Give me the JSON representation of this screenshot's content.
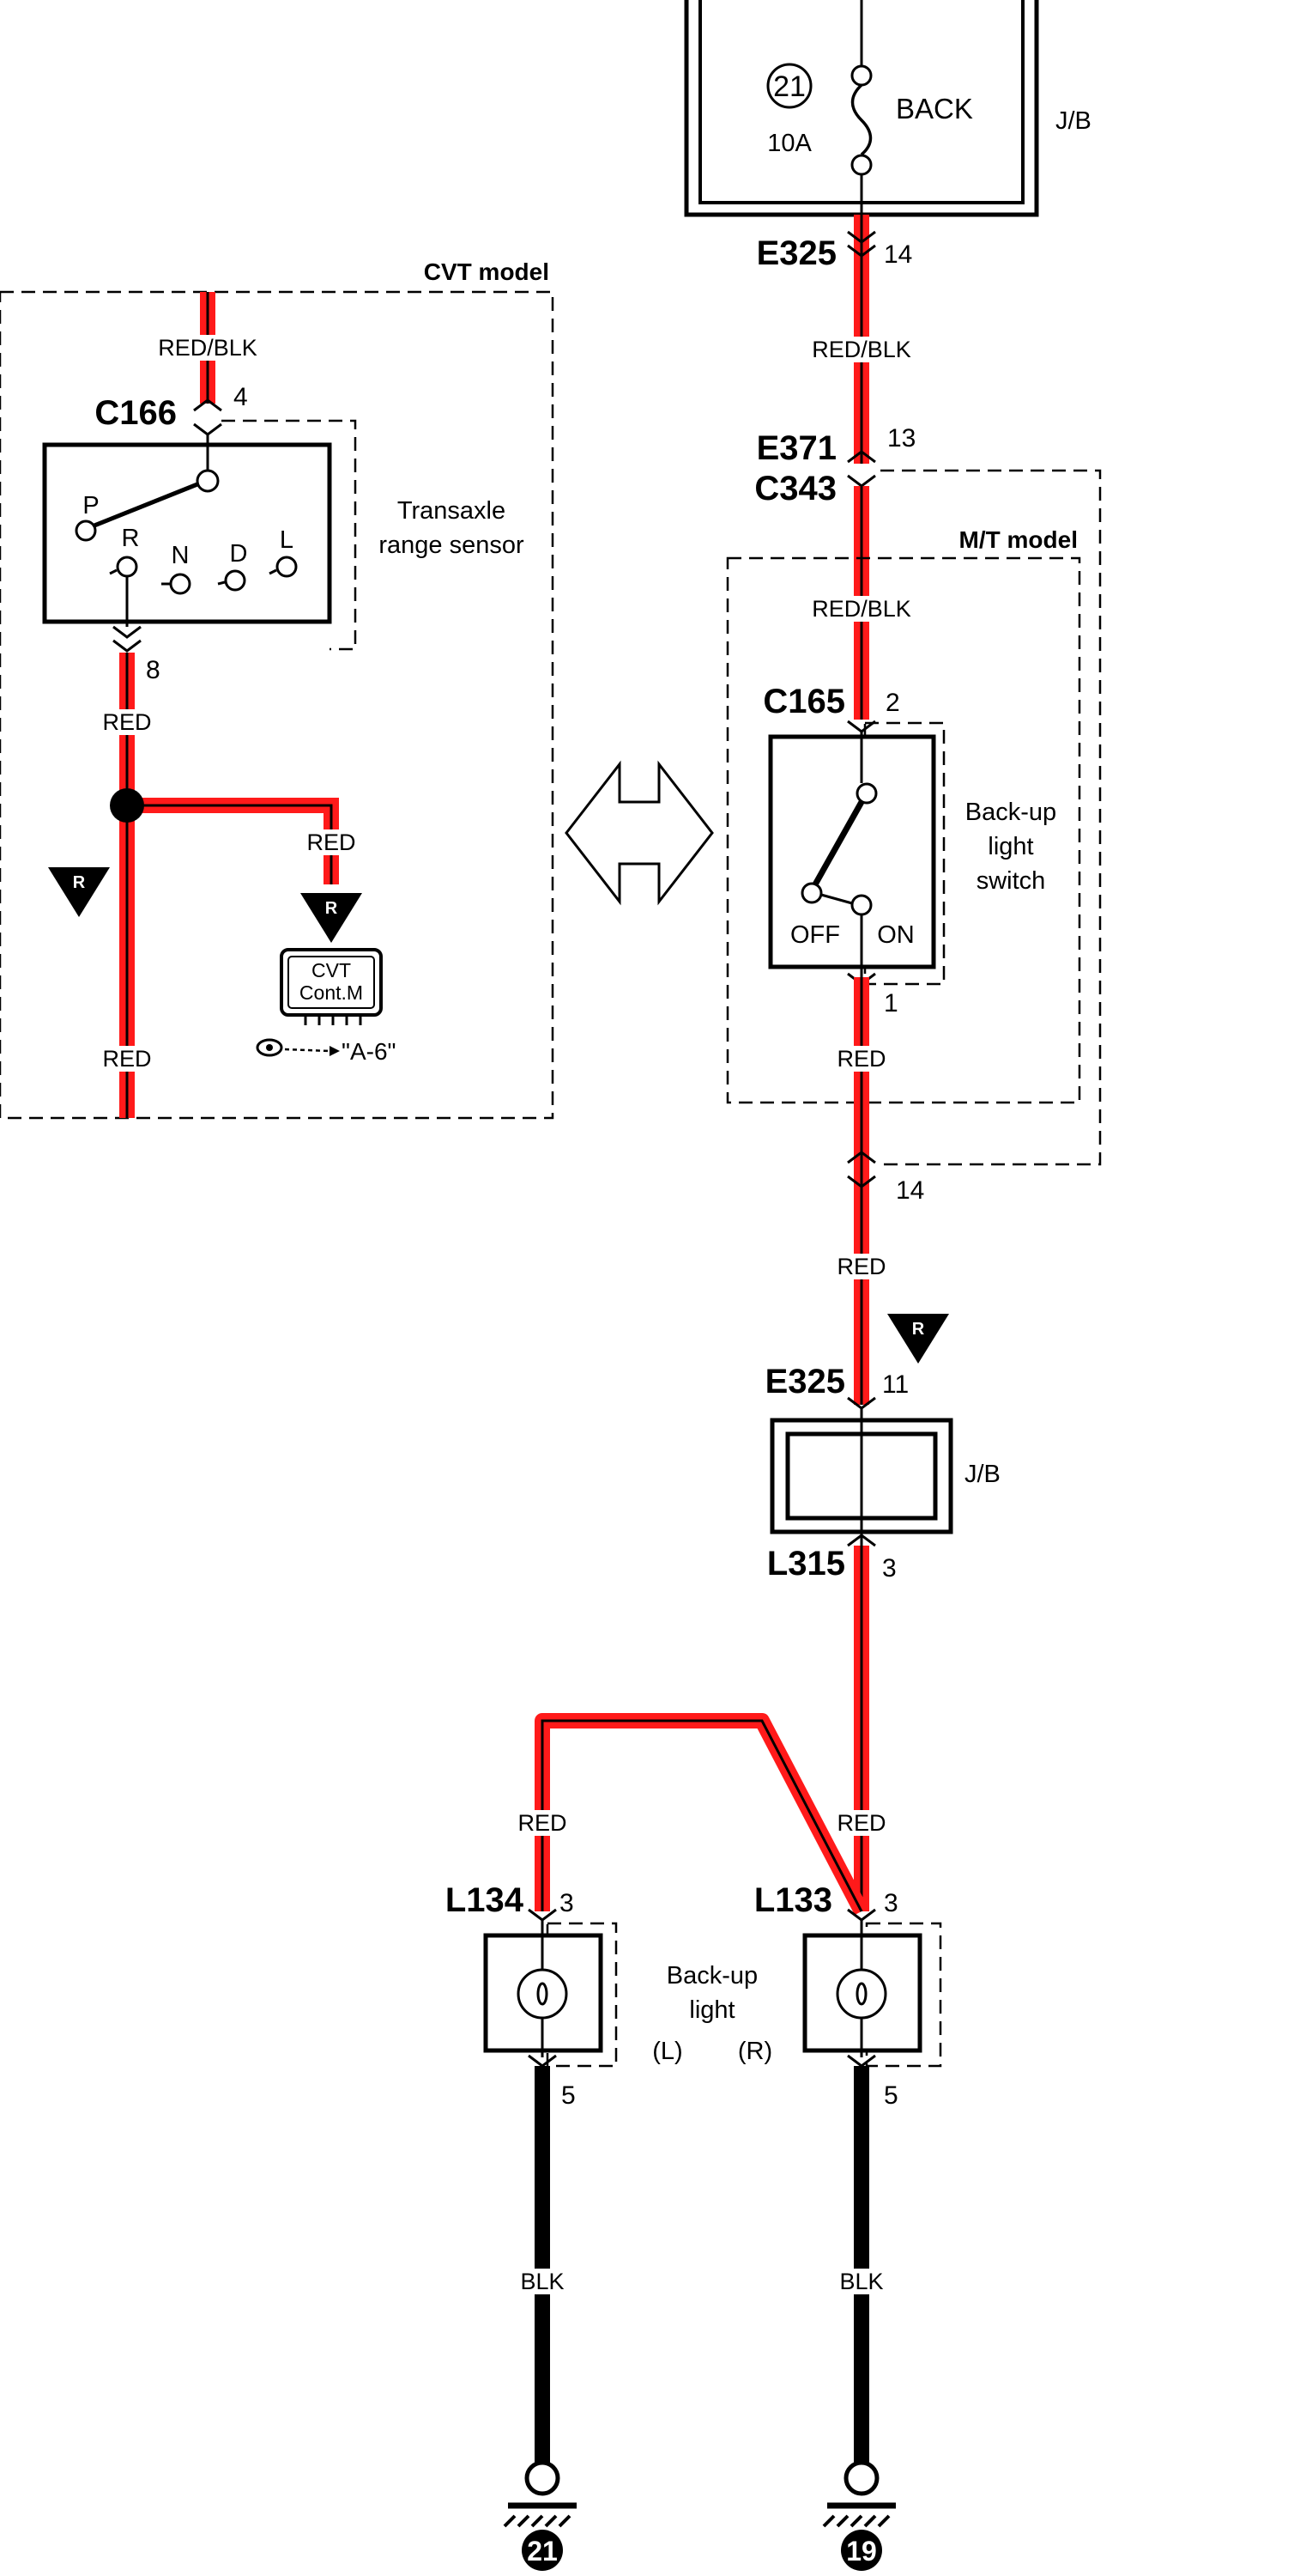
{
  "junction_block_top": {
    "fuse_number": "21",
    "fuse_rating": "10A",
    "fuse_name": "BACK",
    "block_label": "J/B"
  },
  "cvt_section": {
    "model_label": "CVT model",
    "wire_top": "RED/BLK",
    "connector": "C166",
    "pin_in": "4",
    "pin_out": "8",
    "sensor_label_line1": "Transaxle",
    "sensor_label_line2": "range sensor",
    "positions": [
      "P",
      "R",
      "N",
      "D",
      "L"
    ],
    "wire_mid": "RED",
    "wire_branch": "RED",
    "wire_bottom": "RED",
    "marker_left": "R",
    "marker_branch": "R",
    "control_module_line1": "CVT",
    "control_module_line2": "Cont.M",
    "reference": "\"A-6\""
  },
  "mt_section": {
    "connector_top": "E325",
    "pin_top": "14",
    "wire_top": "RED/BLK",
    "connector_e371": "E371",
    "connector_c343": "C343",
    "pin_13": "13",
    "model_label": "M/T model",
    "wire_switch": "RED/BLK",
    "switch_connector": "C165",
    "switch_pin_in": "2",
    "switch_pin_out": "1",
    "switch_label_line1": "Back-up",
    "switch_label_line2": "light",
    "switch_label_line3": "switch",
    "off_label": "OFF",
    "on_label": "ON",
    "wire_after_switch": "RED",
    "pin_14_bottom": "14",
    "wire_lower": "RED",
    "marker": "R"
  },
  "junction_block_bottom": {
    "connector_in": "E325",
    "pin_in": "11",
    "block_label": "J/B",
    "connector_out": "L315",
    "pin_out": "3"
  },
  "lamps": {
    "wire_left": "RED",
    "wire_right": "RED",
    "left_connector": "L134",
    "left_pin_in": "3",
    "left_pin_out": "5",
    "right_connector": "L133",
    "right_pin_in": "3",
    "right_pin_out": "5",
    "label_line1": "Back-up",
    "label_line2": "light",
    "left_side": "(L)",
    "right_side": "(R)",
    "ground_wire_left": "BLK",
    "ground_wire_right": "BLK",
    "ground_left": "21",
    "ground_right": "19"
  },
  "colors": {
    "wire_red": "#ff1a1a",
    "wire_black": "#000000"
  }
}
